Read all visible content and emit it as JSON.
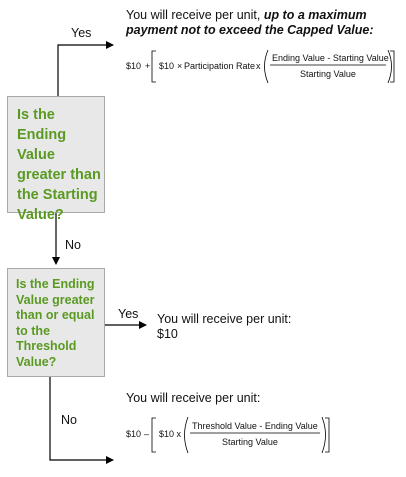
{
  "decision1": {
    "question": "Is the Ending Value greater than the Starting Value?",
    "yes_label": "Yes",
    "no_label": "No",
    "yes_outcome": {
      "line1_plain": "You will receive per unit, ",
      "line1_emph": "up to a maximum",
      "line2_emph": "payment not to exceed the Capped Value:",
      "formula": {
        "base": "$10",
        "op": "+",
        "inner_base": "$10",
        "times1": "×",
        "factor": "Participation Rate",
        "times2": "x",
        "numerator": "Ending Value  - Starting Value",
        "denominator": "Starting Value"
      }
    }
  },
  "decision2": {
    "question": "Is the Ending Value greater than or equal to the Threshold Value?",
    "yes_label": "Yes",
    "no_label": "No",
    "yes_outcome": {
      "line1": "You will receive per unit:",
      "line2": "$10"
    },
    "no_outcome": {
      "line1": "You will receive per unit:",
      "formula": {
        "base": "$10",
        "op": "–",
        "inner_base": "$10 x",
        "numerator": "Threshold  Value - Ending Value",
        "denominator": "Starting Value"
      }
    }
  },
  "colors": {
    "question_text": "#5a9a22",
    "question_fill": "#e8e8e8",
    "lines": "#000000"
  }
}
